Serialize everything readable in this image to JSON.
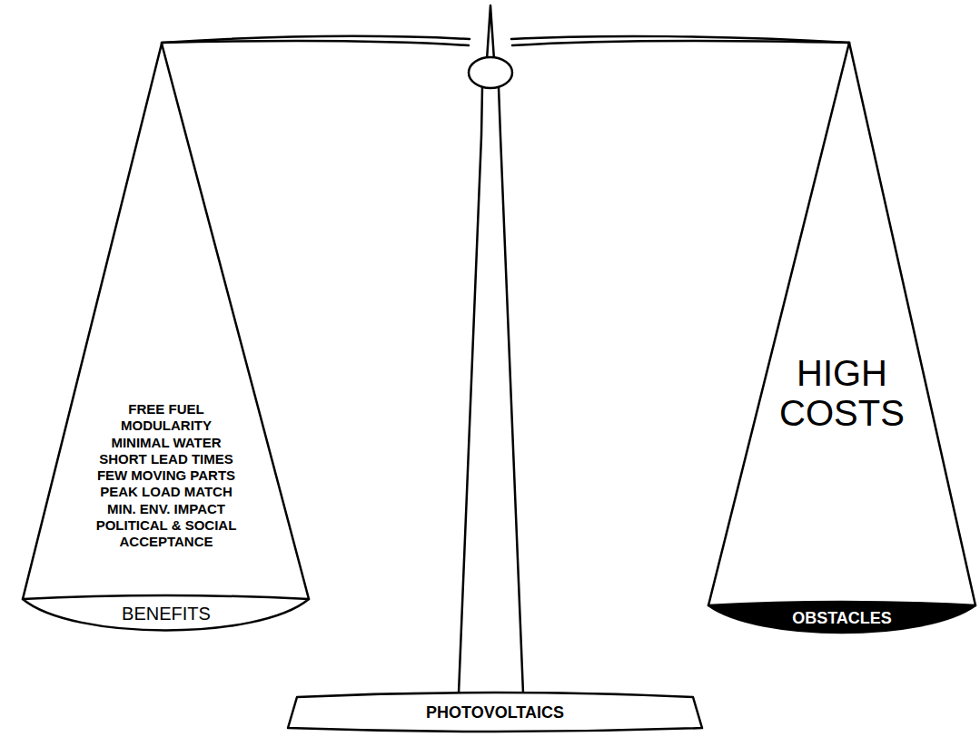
{
  "diagram": {
    "nodes": [
      {
        "text": [
          "FREE FUEL",
          "MODULARITY",
          "MINIMAL WATER",
          "SHORT LEAD TIMES",
          "FEW MOVING PARTS",
          "PEAK LOAD MATCH",
          "MIN. ENV. IMPACT",
          "POLITICAL & SOCIAL ACCEPTANCE",
          "BENEFITS"
        ]
      },
      {
        "text": [
          "HIGH COSTS",
          "OBSTACLES"
        ]
      },
      {
        "text": [
          "PHOTOVOLTAICS"
        ]
      }
    ]
  }
}
